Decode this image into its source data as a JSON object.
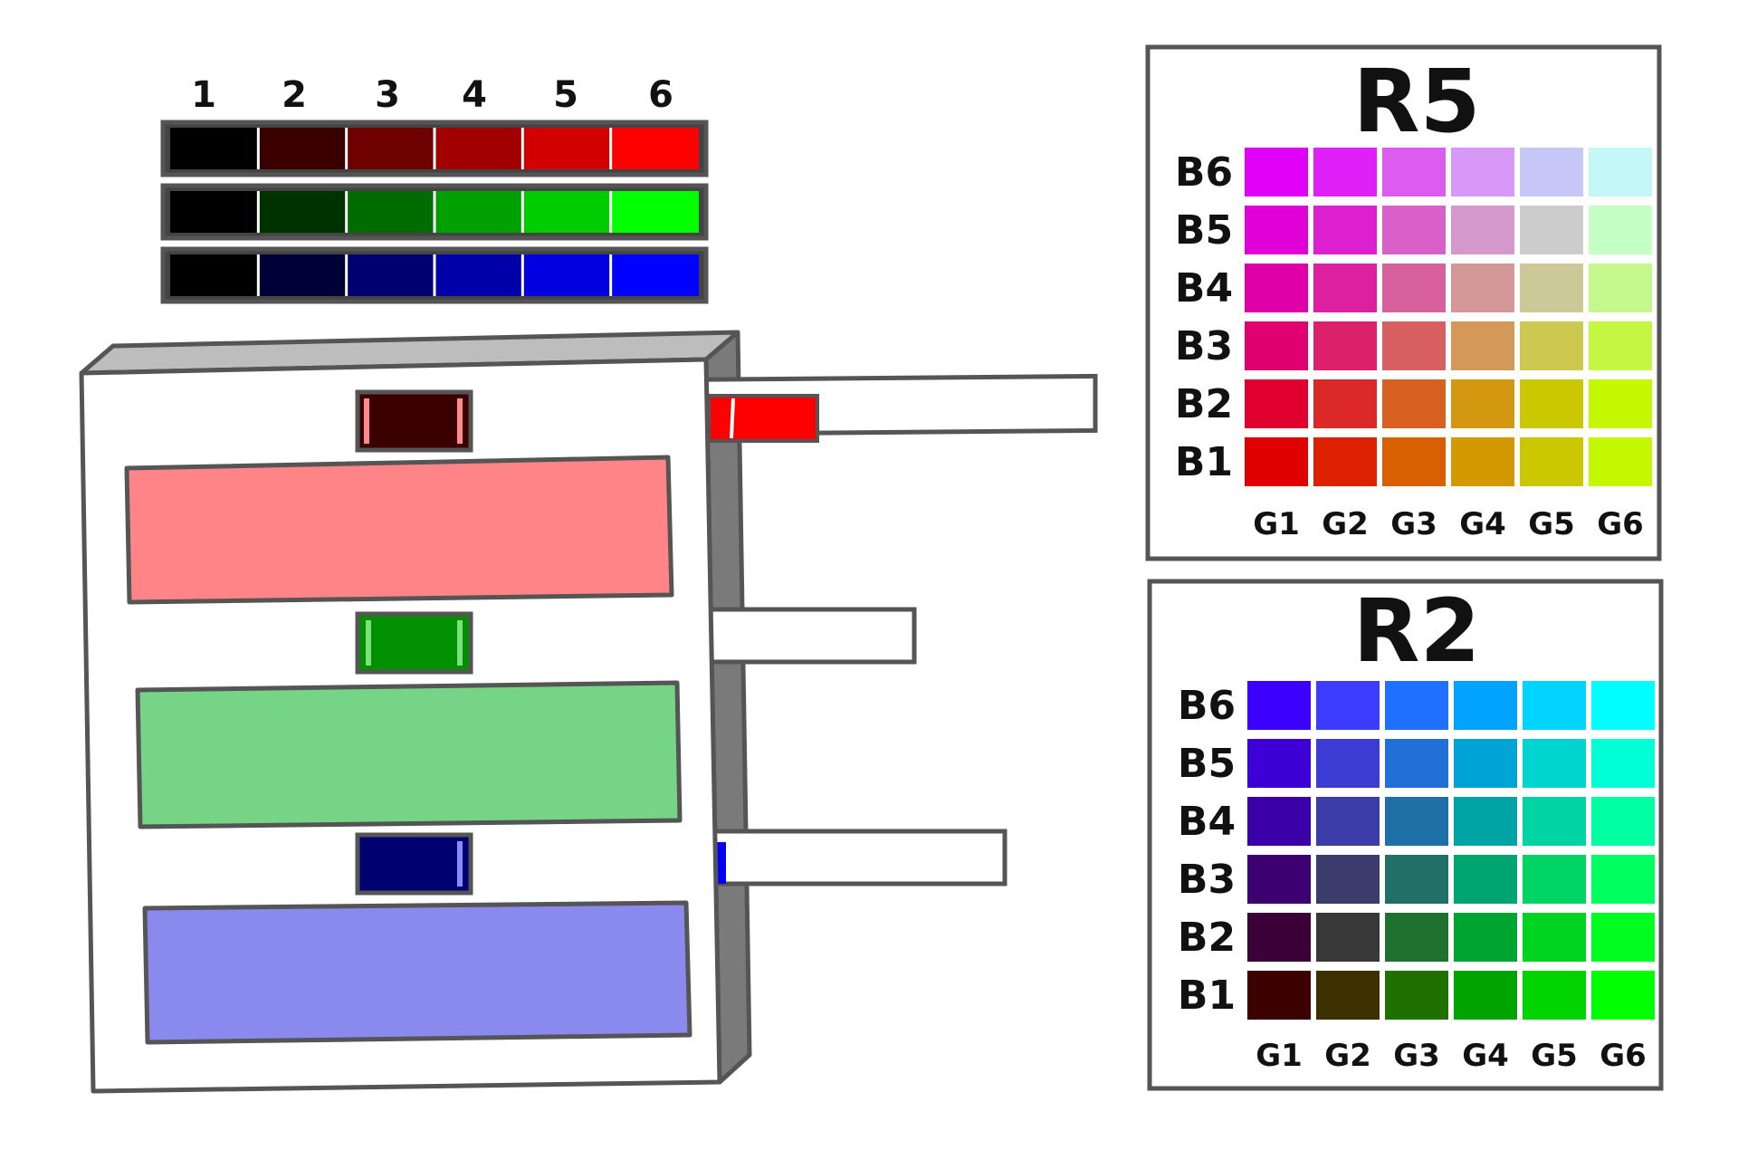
{
  "channel_strips": {
    "step_labels": [
      "1",
      "2",
      "3",
      "4",
      "5",
      "6"
    ],
    "red": [
      "#000000",
      "#3a0000",
      "#6e0000",
      "#a20000",
      "#d20000",
      "#ff0000"
    ],
    "green": [
      "#000000",
      "#003200",
      "#006c00",
      "#00a000",
      "#00cc00",
      "#00ff00"
    ],
    "blue": [
      "#000000",
      "#000038",
      "#000070",
      "#0000a8",
      "#0000e0",
      "#0000ff"
    ]
  },
  "device": {
    "red_window": "#3a0000",
    "green_window": "#009000",
    "blue_window": "#000070",
    "red_panel": "#ff8488",
    "green_panel": "#76d486",
    "blue_panel": "#8a8aee",
    "red_slider_fill": "#ff0000",
    "blue_slider_fill": "#0000ff"
  },
  "grids": [
    {
      "title": "R5",
      "row_labels": [
        "B6",
        "B5",
        "B4",
        "B3",
        "B2",
        "B1"
      ],
      "col_labels": [
        "G1",
        "G2",
        "G3",
        "G4",
        "G5",
        "G6"
      ],
      "cells": [
        [
          "#e000f8",
          "#e020f8",
          "#dc5cf0",
          "#d898f8",
          "#c8c8f8",
          "#c4f8f8"
        ],
        [
          "#e000d8",
          "#dc20d0",
          "#d860c8",
          "#d498cc",
          "#cccccc",
          "#c4ffc4"
        ],
        [
          "#e000a8",
          "#dc20a0",
          "#d8609c",
          "#d49898",
          "#ccc898",
          "#c4f88c"
        ],
        [
          "#e00070",
          "#dc206c",
          "#d86060",
          "#d49858",
          "#ccc850",
          "#c4f840"
        ],
        [
          "#e00030",
          "#dc2828",
          "#d86020",
          "#d49810",
          "#ccc800",
          "#c4f800"
        ],
        [
          "#e00000",
          "#dc2000",
          "#d86000",
          "#d49800",
          "#ccc800",
          "#c4f800"
        ]
      ]
    },
    {
      "title": "R2",
      "row_labels": [
        "B6",
        "B5",
        "B4",
        "B3",
        "B2",
        "B1"
      ],
      "col_labels": [
        "G1",
        "G2",
        "G3",
        "G4",
        "G5",
        "G6"
      ],
      "cells": [
        [
          "#3c00ff",
          "#3c3cff",
          "#2070ff",
          "#00a4ff",
          "#00d4ff",
          "#00ffff"
        ],
        [
          "#3c00d4",
          "#3c3cd4",
          "#2070d8",
          "#00a4d4",
          "#00d4d0",
          "#00ffd4"
        ],
        [
          "#3c00a8",
          "#3c3ca8",
          "#2070a8",
          "#00a4a4",
          "#00d4a4",
          "#00ffa0"
        ],
        [
          "#3c0070",
          "#3c3c6c",
          "#207068",
          "#00a470",
          "#00d464",
          "#00ff60"
        ],
        [
          "#3c0038",
          "#383838",
          "#207030",
          "#00a430",
          "#00d420",
          "#00ff20"
        ],
        [
          "#3c0000",
          "#3c3000",
          "#207000",
          "#00a400",
          "#00d400",
          "#00ff00"
        ]
      ]
    }
  ]
}
